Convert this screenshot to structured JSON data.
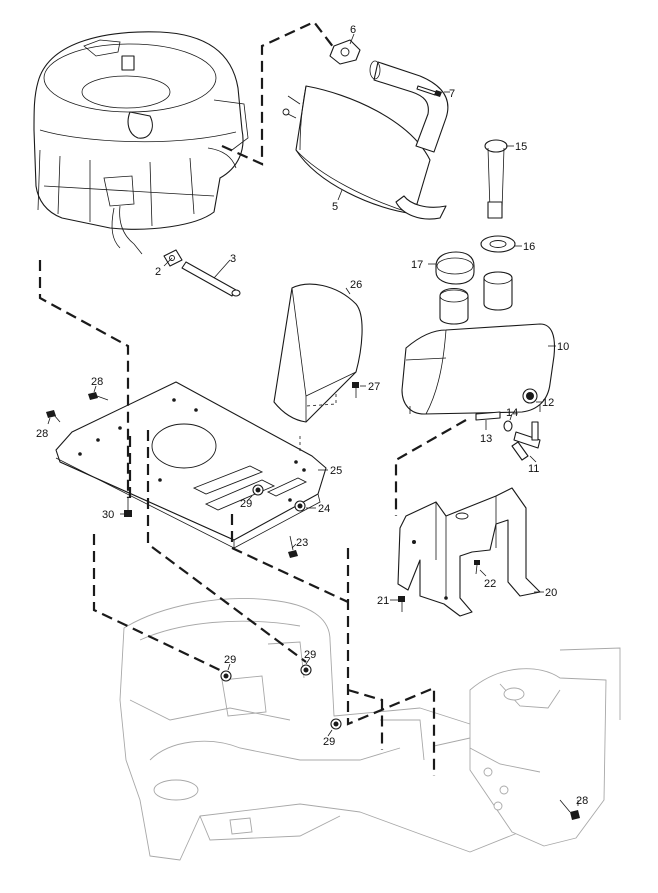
{
  "diagram": {
    "callouts": [
      "2",
      "3",
      "5",
      "6",
      "7",
      "10",
      "11",
      "12",
      "13",
      "14",
      "15",
      "16",
      "17",
      "20",
      "21",
      "22",
      "23",
      "24",
      "25",
      "26",
      "27",
      "28",
      "28",
      "28",
      "29",
      "29",
      "29",
      "29",
      "30"
    ]
  }
}
